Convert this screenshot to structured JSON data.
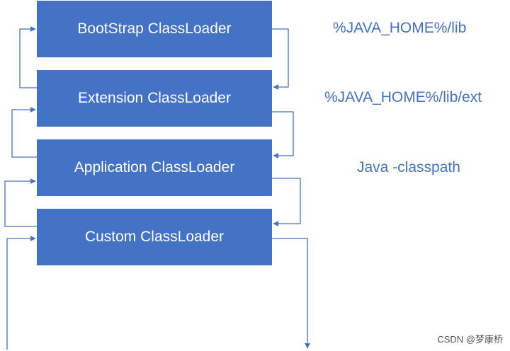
{
  "diagram": {
    "loaders": [
      {
        "name": "BootStrap ClassLoader",
        "path": "%JAVA_HOME%/lib"
      },
      {
        "name": "Extension ClassLoader",
        "path": "%JAVA_HOME%/lib/ext"
      },
      {
        "name": "Application ClassLoader",
        "path": "Java -classpath"
      },
      {
        "name": "Custom ClassLoader",
        "path": ""
      }
    ],
    "colors": {
      "box_fill": "#4472c4",
      "box_text": "#ffffff",
      "path_text": "#4472c4",
      "arrow": "#4472c4"
    }
  },
  "watermark": "CSDN @梦康桥"
}
